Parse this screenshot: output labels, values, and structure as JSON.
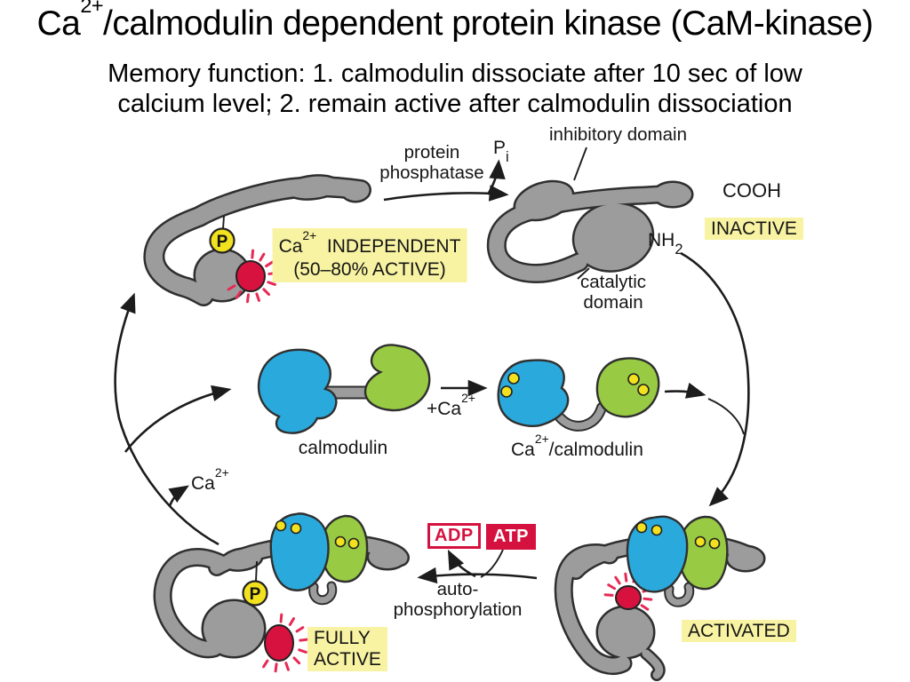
{
  "title": {
    "pre": "Ca",
    "sup": "2+",
    "post": "/calmodulin dependent protein kinase (CaM-kinase)"
  },
  "subtitle": {
    "line1": "Memory function: 1. calmodulin dissociate after 10 sec of low",
    "line2": "calcium level; 2. remain active after calmodulin dissociation"
  },
  "diagram": {
    "labels": {
      "protein_l1": "protein",
      "protein_l2": "phosphatase",
      "pi_base": "P",
      "pi_sub": "i",
      "inhibitory": "inhibitory domain",
      "cooh": "COOH",
      "inactive": "INACTIVE",
      "nh_base": "NH",
      "nh_sub": "2",
      "catalytic_l1": "catalytic",
      "catalytic_l2": "domain",
      "ind_pre": "Ca",
      "ind_sup": "2+",
      "ind_post": "  INDEPENDENT",
      "ind_l2": "(50–80% ACTIVE)",
      "calmodulin": "calmodulin",
      "plusca_pre": "+Ca",
      "plusca_sup": "2+",
      "cacalm_pre": "Ca",
      "cacalm_sup": "2+",
      "cacalm_post": "/calmodulin",
      "ca_pre": "Ca",
      "ca_sup": "2+",
      "adp": "ADP",
      "atp": "ATP",
      "auto_l1": "auto-",
      "auto_l2": "phosphorylation",
      "fully_l1": "FULLY",
      "fully_l2": "ACTIVE",
      "activated": "ACTIVATED",
      "p": "P"
    },
    "colors": {
      "kinase_gray": "#9c9c9c",
      "outline": "#2f2f2f",
      "calmodulin_blue": "#2aa9dc",
      "calmodulin_green": "#98ca43",
      "dot_yellow": "#f2e11e",
      "active_red": "#d8123f",
      "burst_pink": "#e62a55",
      "highlight_yellow": "#f8f3a2",
      "nucleotide_red": "#d5123f"
    }
  }
}
